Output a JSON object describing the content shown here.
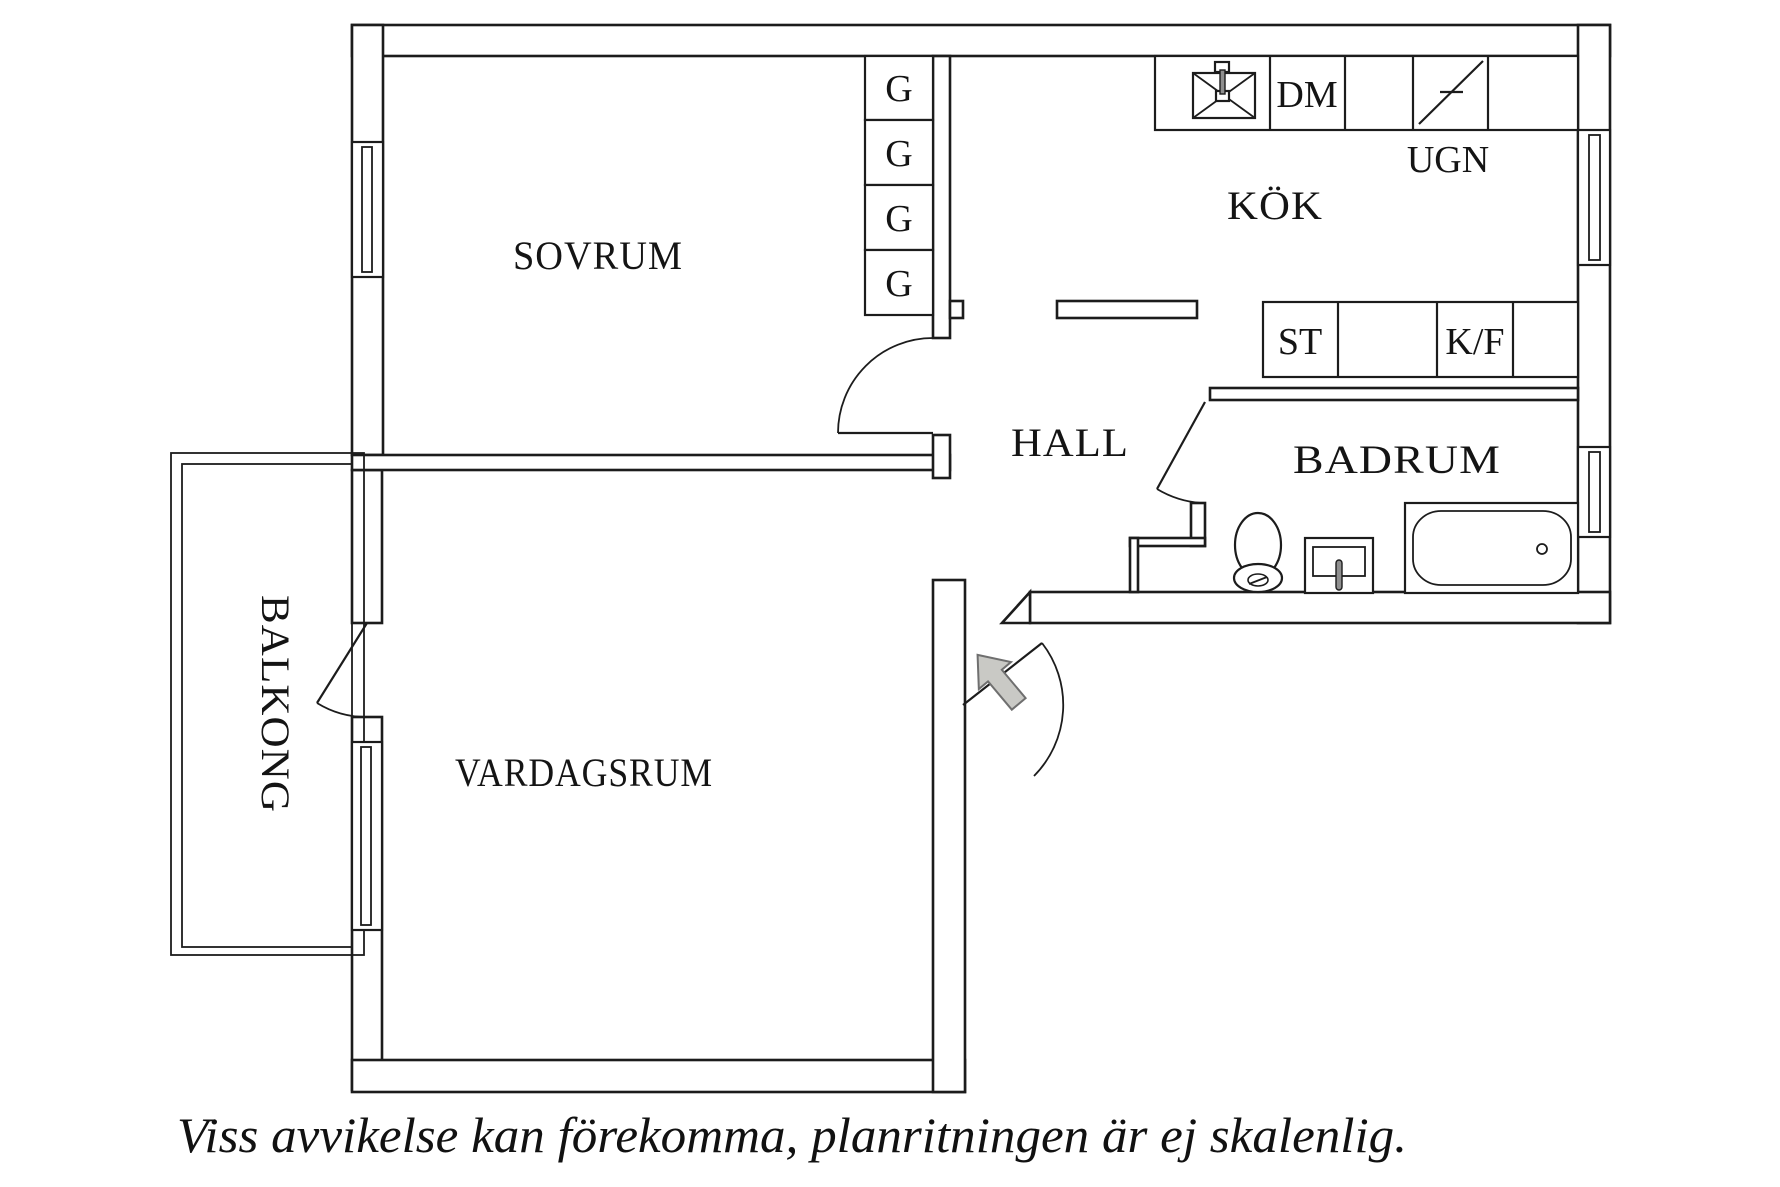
{
  "plan": {
    "rooms": [
      {
        "id": "sovrum",
        "label": "SOVRUM"
      },
      {
        "id": "kok",
        "label": "KÖK"
      },
      {
        "id": "hall",
        "label": "HALL"
      },
      {
        "id": "badrum",
        "label": "BADRUM"
      },
      {
        "id": "vardagsrum",
        "label": "VARDAGSRUM"
      },
      {
        "id": "balkong",
        "label": "BALKONG"
      }
    ],
    "fixtures": {
      "closets": [
        {
          "label": "G"
        },
        {
          "label": "G"
        },
        {
          "label": "G"
        },
        {
          "label": "G"
        }
      ],
      "dishwasher_label": "DM",
      "oven_label": "UGN",
      "pantry_label": "ST",
      "fridge_freezer_label": "K/F"
    },
    "caption": "Viss avvikelse kan förekomma, planritningen är ej skalenlig.",
    "colors": {
      "wall_line": "#1c1c1c",
      "background": "#ffffff",
      "entry_arrow_fill": "#c9c9c5",
      "entry_arrow_stroke": "#6f6f6f"
    }
  }
}
